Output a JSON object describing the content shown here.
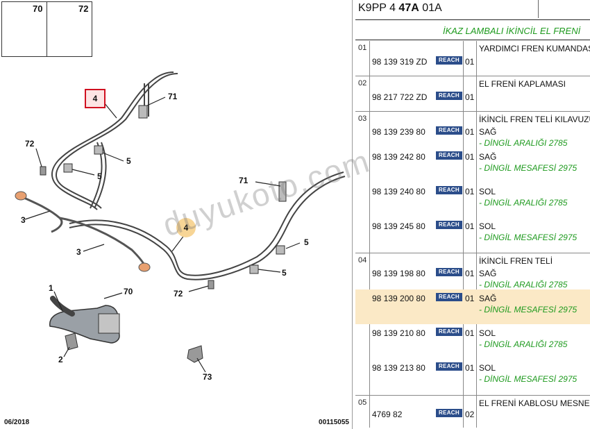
{
  "diagram": {
    "thumb_left_num": "70",
    "thumb_right_num": "72",
    "callouts": {
      "c4a": "4",
      "c4b": "4",
      "c71a": "71",
      "c71b": "71",
      "c72a": "72",
      "c72b": "72",
      "c5a": "5",
      "c5b": "5",
      "c5c": "5",
      "c5d": "5",
      "c3a": "3",
      "c3b": "3",
      "c1": "1",
      "c70": "70",
      "c2": "2",
      "c73": "73"
    },
    "footer_date": "06/2018",
    "footer_ref": "00115055",
    "watermark": "duyukoto.com"
  },
  "panel": {
    "code_prefix": "K9PP 4 ",
    "code_bold": "47A",
    "code_suffix": " 01A",
    "title": "İKAZ LAMBALI İKİNCİL EL FRENİ",
    "reach_label": "REACH",
    "groups": [
      {
        "num": "01",
        "title": "YARDIMCI FREN KUMANDASI",
        "parts": [
          {
            "pnum": "98 139 319 ZD",
            "qty": "01"
          }
        ]
      },
      {
        "num": "02",
        "title": "EL FRENİ KAPLAMASI",
        "parts": [
          {
            "pnum": "98 217 722 ZD",
            "qty": "01"
          }
        ]
      },
      {
        "num": "03",
        "title": "İKİNCİL FREN TELİ KILAVUZU",
        "parts": [
          {
            "pnum": "98 139 239 80",
            "qty": "01",
            "side": "SAĞ",
            "note": "- DİNGİL ARALIĞI 2785"
          },
          {
            "pnum": "98 139 242 80",
            "qty": "01",
            "side": "SAĞ",
            "note": "- DİNGİL MESAFESİ 2975"
          },
          {
            "pnum": "98 139 240 80",
            "qty": "01",
            "side": "SOL",
            "note": "- DİNGİL ARALIĞI 2785"
          },
          {
            "pnum": "98 139 245 80",
            "qty": "01",
            "side": "SOL",
            "note": "- DİNGİL MESAFESİ 2975"
          }
        ]
      },
      {
        "num": "04",
        "title": "İKİNCİL FREN TELİ",
        "parts": [
          {
            "pnum": "98 139 198 80",
            "qty": "01",
            "side": "SAĞ",
            "note": "- DİNGİL ARALIĞI 2785"
          },
          {
            "pnum": "98 139 200 80",
            "qty": "01",
            "side": "SAĞ",
            "note": "- DİNGİL MESAFESİ 2975"
          },
          {
            "pnum": "98 139 210 80",
            "qty": "01",
            "side": "SOL",
            "note": "- DİNGİL ARALIĞI 2785"
          },
          {
            "pnum": "98 139 213 80",
            "qty": "01",
            "side": "SOL",
            "note": "- DİNGİL MESAFESİ 2975"
          }
        ]
      },
      {
        "num": "05",
        "title": "EL FRENİ KABLOSU MESNEDİ",
        "parts": [
          {
            "pnum": "4769 82",
            "qty": "02"
          }
        ]
      }
    ]
  }
}
